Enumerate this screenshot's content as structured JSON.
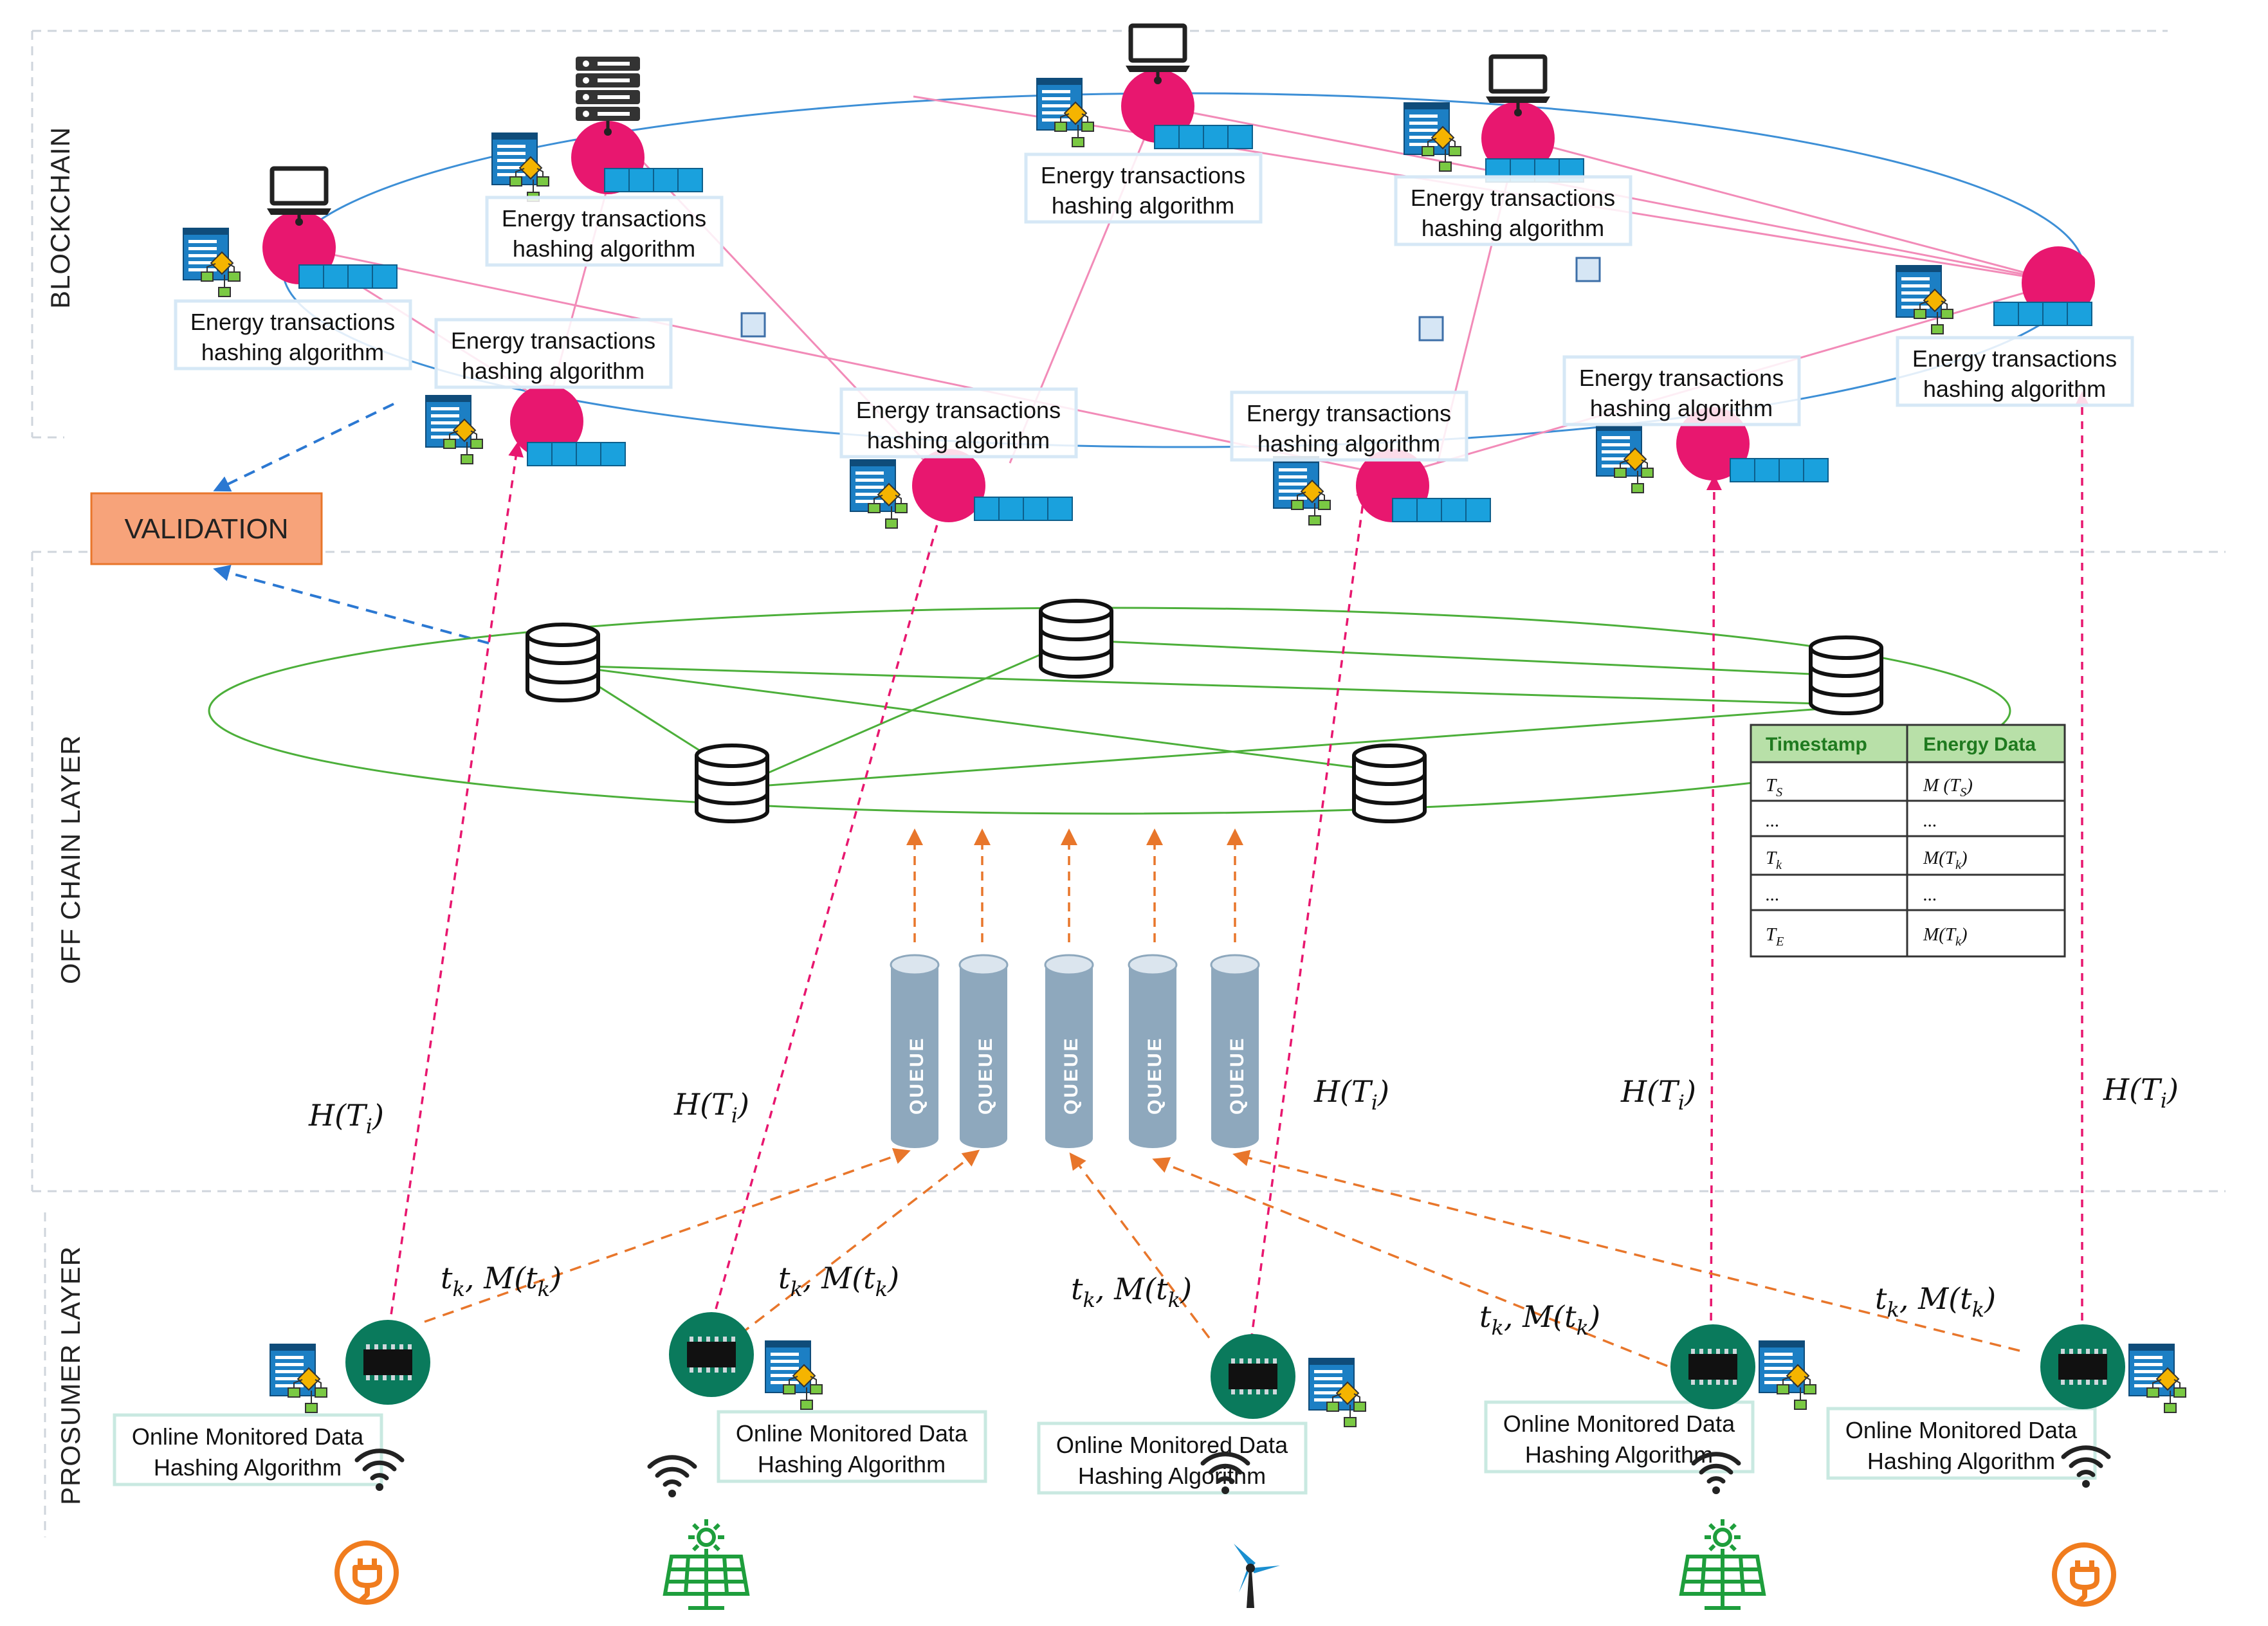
{
  "layers": {
    "blockchain": "BLOCKCHAIN",
    "offchain": "OFF CHAIN LAYER",
    "prosumer": "PROSUMER LAYER"
  },
  "validation": "VALIDATION",
  "blockchain_nodes": [
    {
      "line1": "Energy transactions",
      "line2": "hashing algorithm",
      "device": "laptop-icon"
    },
    {
      "line1": "Energy transactions",
      "line2": "hashing algorithm",
      "device": "server-icon"
    },
    {
      "line1": "Energy transactions",
      "line2": "hashing algorithm",
      "device": "laptop-icon"
    },
    {
      "line1": "Energy transactions",
      "line2": "hashing algorithm",
      "device": "laptop-icon"
    },
    {
      "line1": "Energy transactions",
      "line2": "hashing algorithm",
      "device": "none"
    },
    {
      "line1": "Energy transactions",
      "line2": "hashing algorithm",
      "device": "none"
    },
    {
      "line1": "Energy transactions",
      "line2": "hashing algorithm",
      "device": "none"
    },
    {
      "line1": "Energy transactions",
      "line2": "hashing algorithm",
      "device": "none"
    },
    {
      "line1": "Energy transactions",
      "line2": "hashing algorithm",
      "device": "none"
    }
  ],
  "queues": [
    "QUEUE",
    "QUEUE",
    "QUEUE",
    "QUEUE",
    "QUEUE"
  ],
  "data_table": {
    "headers": [
      "Timestamp",
      "Energy Data"
    ],
    "rows": [
      [
        "T_S",
        "M (T_S)"
      ],
      [
        "...",
        "..."
      ],
      [
        "T_k",
        "M(T_k)"
      ],
      [
        "...",
        "..."
      ],
      [
        "T_E",
        "M(T_k)"
      ]
    ]
  },
  "hash_labels": [
    "H(T_i)",
    "H(T_i)",
    "H(T_i)",
    "H(T_i)",
    "H(T_i)"
  ],
  "message_labels": [
    "t_k, M(t_k)",
    "t_k, M(t_k)",
    "t_k, M(t_k)",
    "t_k, M(t_k)",
    "t_k, M(t_k)"
  ],
  "prosumers": [
    {
      "line1": "Online Monitored Data",
      "line2": "Hashing Algorithm",
      "source": "ev-plug-icon"
    },
    {
      "line1": "Online Monitored Data",
      "line2": "Hashing Algorithm",
      "source": "solar-panel-icon"
    },
    {
      "line1": "Online Monitored Data",
      "line2": "Hashing Algorithm",
      "source": "wind-turbine-icon"
    },
    {
      "line1": "Online Monitored Data",
      "line2": "Hashing Algorithm",
      "source": "solar-panel-icon"
    },
    {
      "line1": "Online Monitored Data",
      "line2": "Hashing Algorithm",
      "source": "ev-plug-icon"
    }
  ],
  "colors": {
    "node": "#e8176f",
    "block": "#1aa1dd",
    "ring_blue": "#3d8fd6",
    "ring_green": "#4caf3a",
    "hash_arrow": "#e8176f",
    "data_arrow": "#e8762b",
    "validation_fill": "#f7a37a",
    "validation_border": "#e8762b",
    "chip": "#0a7a5c",
    "queue": "#8ea8bd",
    "table_header": "#b8e0a8",
    "ev": "#f07c1e",
    "solar": "#1e9e3c"
  }
}
